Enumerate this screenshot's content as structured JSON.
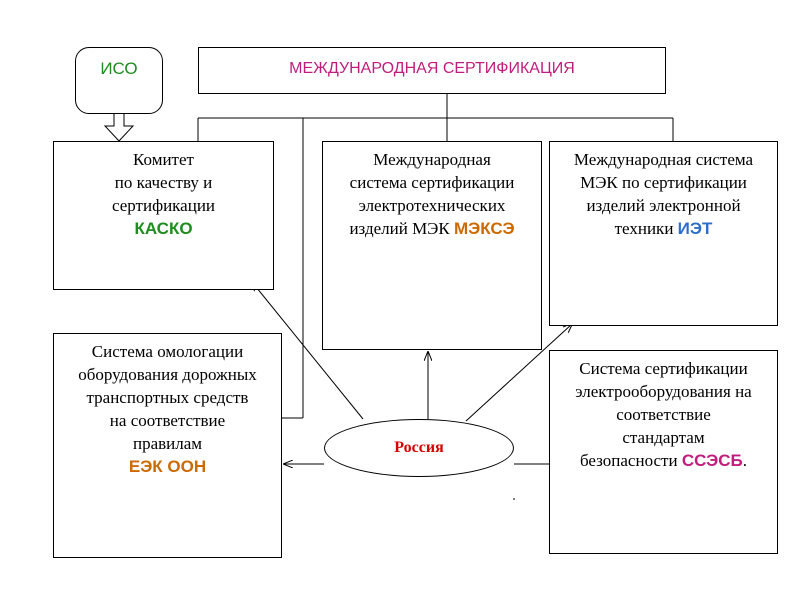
{
  "iso": {
    "label": "ИСО"
  },
  "top": {
    "title": "МЕЖДУНАРОДНАЯ СЕРТИФИКАЦИЯ"
  },
  "kasko": {
    "lines": [
      "Комитет",
      "по качеству и",
      "сертификации"
    ],
    "abbr": "КАСКО"
  },
  "meksye": {
    "lines": [
      "Международная",
      "система сертификации",
      "электротехнических"
    ],
    "last_prefix": "изделий МЭК ",
    "abbr": "МЭКСЭ"
  },
  "iet": {
    "lines": [
      "Международная система",
      "МЭК по сертификации",
      "изделий электронной"
    ],
    "last_prefix": "техники ",
    "abbr": "ИЭТ"
  },
  "ooh": {
    "lines": [
      "Система омологации",
      "оборудования дорожных",
      "транспортных средств",
      "на соответствие",
      "правилам"
    ],
    "abbr": "ЕЭК ООН"
  },
  "ssesb": {
    "lines": [
      "Система сертификации",
      "электрооборудования на",
      "соответствие",
      "стандартам"
    ],
    "last_prefix": "безопасности ",
    "abbr": "ССЭСБ",
    "suffix": "."
  },
  "russia": {
    "label": "Россия"
  },
  "colors": {
    "green": "#1e8c1e",
    "orange": "#cc6a00",
    "blue": "#2d6fc8",
    "pink": "#c01d7d",
    "red": "#d40000"
  }
}
